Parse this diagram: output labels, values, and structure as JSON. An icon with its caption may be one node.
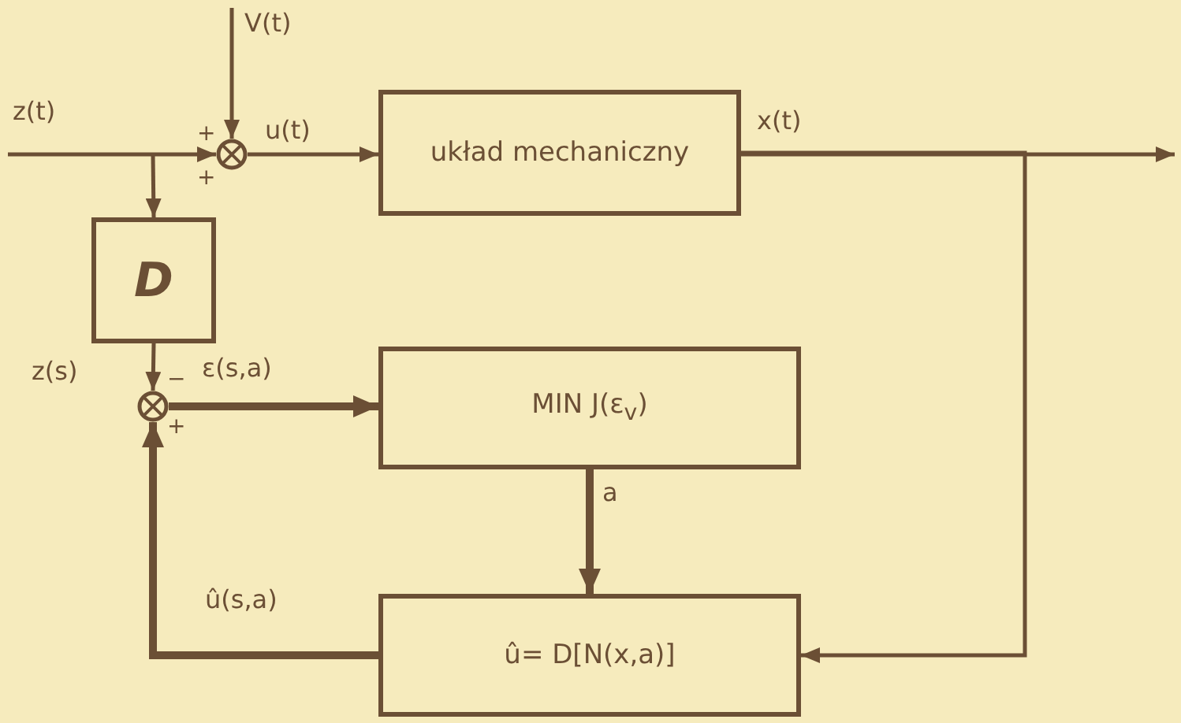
{
  "diagram": {
    "nodes": [
      {
        "text": [],
        "shape": "circle"
      },
      {
        "text": [
          "układ mechaniczny"
        ]
      },
      {
        "text": [
          "D"
        ]
      },
      {
        "text": [],
        "shape": "circle"
      },
      {
        "text": [
          "MIN J(ε$_{v}$)"
        ]
      },
      {
        "text": [
          "û= D[N(x,a)]"
        ]
      }
    ],
    "edges": [
      {
        "from": null,
        "to": 0,
        "arrow": "to",
        "label": "z(t)"
      },
      {
        "from": null,
        "to": 2,
        "arrow": "to"
      },
      {
        "from": null,
        "to": 0,
        "arrow": "to",
        "label": "V(t)"
      },
      {
        "from": 0,
        "to": 1,
        "arrow": "to",
        "label": "u(t)"
      },
      {
        "from": 1,
        "to": null,
        "arrow": "to",
        "label": "x(t)"
      },
      {
        "from": 1,
        "to": 5,
        "arrow": "to"
      },
      {
        "from": 2,
        "to": 3,
        "arrow": "to",
        "label": "z(s)"
      },
      {
        "from": 3,
        "to": 4,
        "arrow": "to",
        "label": "ε(s,a)",
        "style": "thick"
      },
      {
        "from": 4,
        "to": 5,
        "arrow": "to",
        "label": "a",
        "style": "thick"
      },
      {
        "from": 5,
        "to": 3,
        "arrow": "to",
        "label": "û(s,a)",
        "style": "thick"
      }
    ],
    "labels": [
      "+",
      "+",
      "−",
      "+"
    ]
  }
}
